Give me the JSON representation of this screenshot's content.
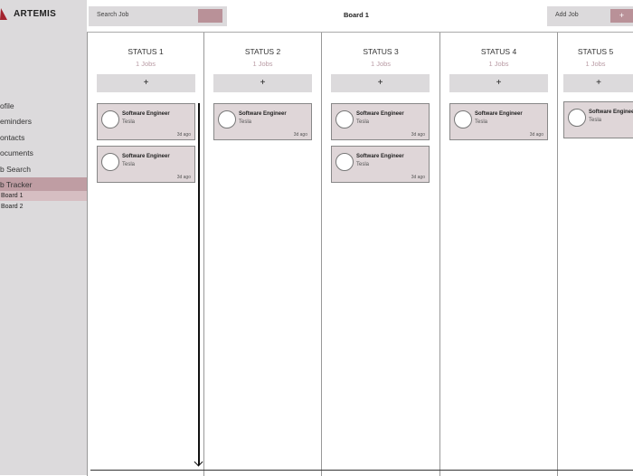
{
  "app": {
    "name": "ARTEMIS",
    "logo_color": "#a3222e"
  },
  "sidebar": {
    "items": [
      {
        "label": "ofile"
      },
      {
        "label": "eminders"
      },
      {
        "label": "ontacts"
      },
      {
        "label": "ocuments"
      },
      {
        "label": "b Search"
      },
      {
        "label": "b Tracker",
        "active": true
      }
    ],
    "subitems": [
      {
        "label": "Board 1",
        "active": true
      },
      {
        "label": "Board 2"
      }
    ]
  },
  "header": {
    "search_placeholder": "Search Job",
    "title": "Board 1",
    "add_job_label": "Add Job",
    "add_icon": "+"
  },
  "columns": [
    {
      "title": "STATUS 1",
      "count": "1 Jobs",
      "add": "+",
      "cards": [
        {
          "title": "Software Engineer",
          "company": "Tesla",
          "time": "3d ago"
        },
        {
          "title": "Software Engineer",
          "company": "Tesla",
          "time": "3d ago"
        }
      ]
    },
    {
      "title": "STATUS 2",
      "count": "1 Jobs",
      "add": "+",
      "cards": [
        {
          "title": "Software Engineer",
          "company": "Tesla",
          "time": "3d ago"
        }
      ]
    },
    {
      "title": "STATUS 3",
      "count": "1 Jobs",
      "add": "+",
      "cards": [
        {
          "title": "Software Engineer",
          "company": "Tesla",
          "time": "3d ago"
        },
        {
          "title": "Software Engineer",
          "company": "Tesla",
          "time": "3d ago"
        }
      ]
    },
    {
      "title": "STATUS 4",
      "count": "1 Jobs",
      "add": "+",
      "cards": [
        {
          "title": "Software Engineer",
          "company": "Tesla",
          "time": "3d ago"
        }
      ]
    },
    {
      "title": "STATUS 5",
      "count": "1 Jobs",
      "add": "+",
      "cards": [
        {
          "title": "Software Engineer",
          "company": "Tesla",
          "time": ""
        }
      ]
    }
  ]
}
